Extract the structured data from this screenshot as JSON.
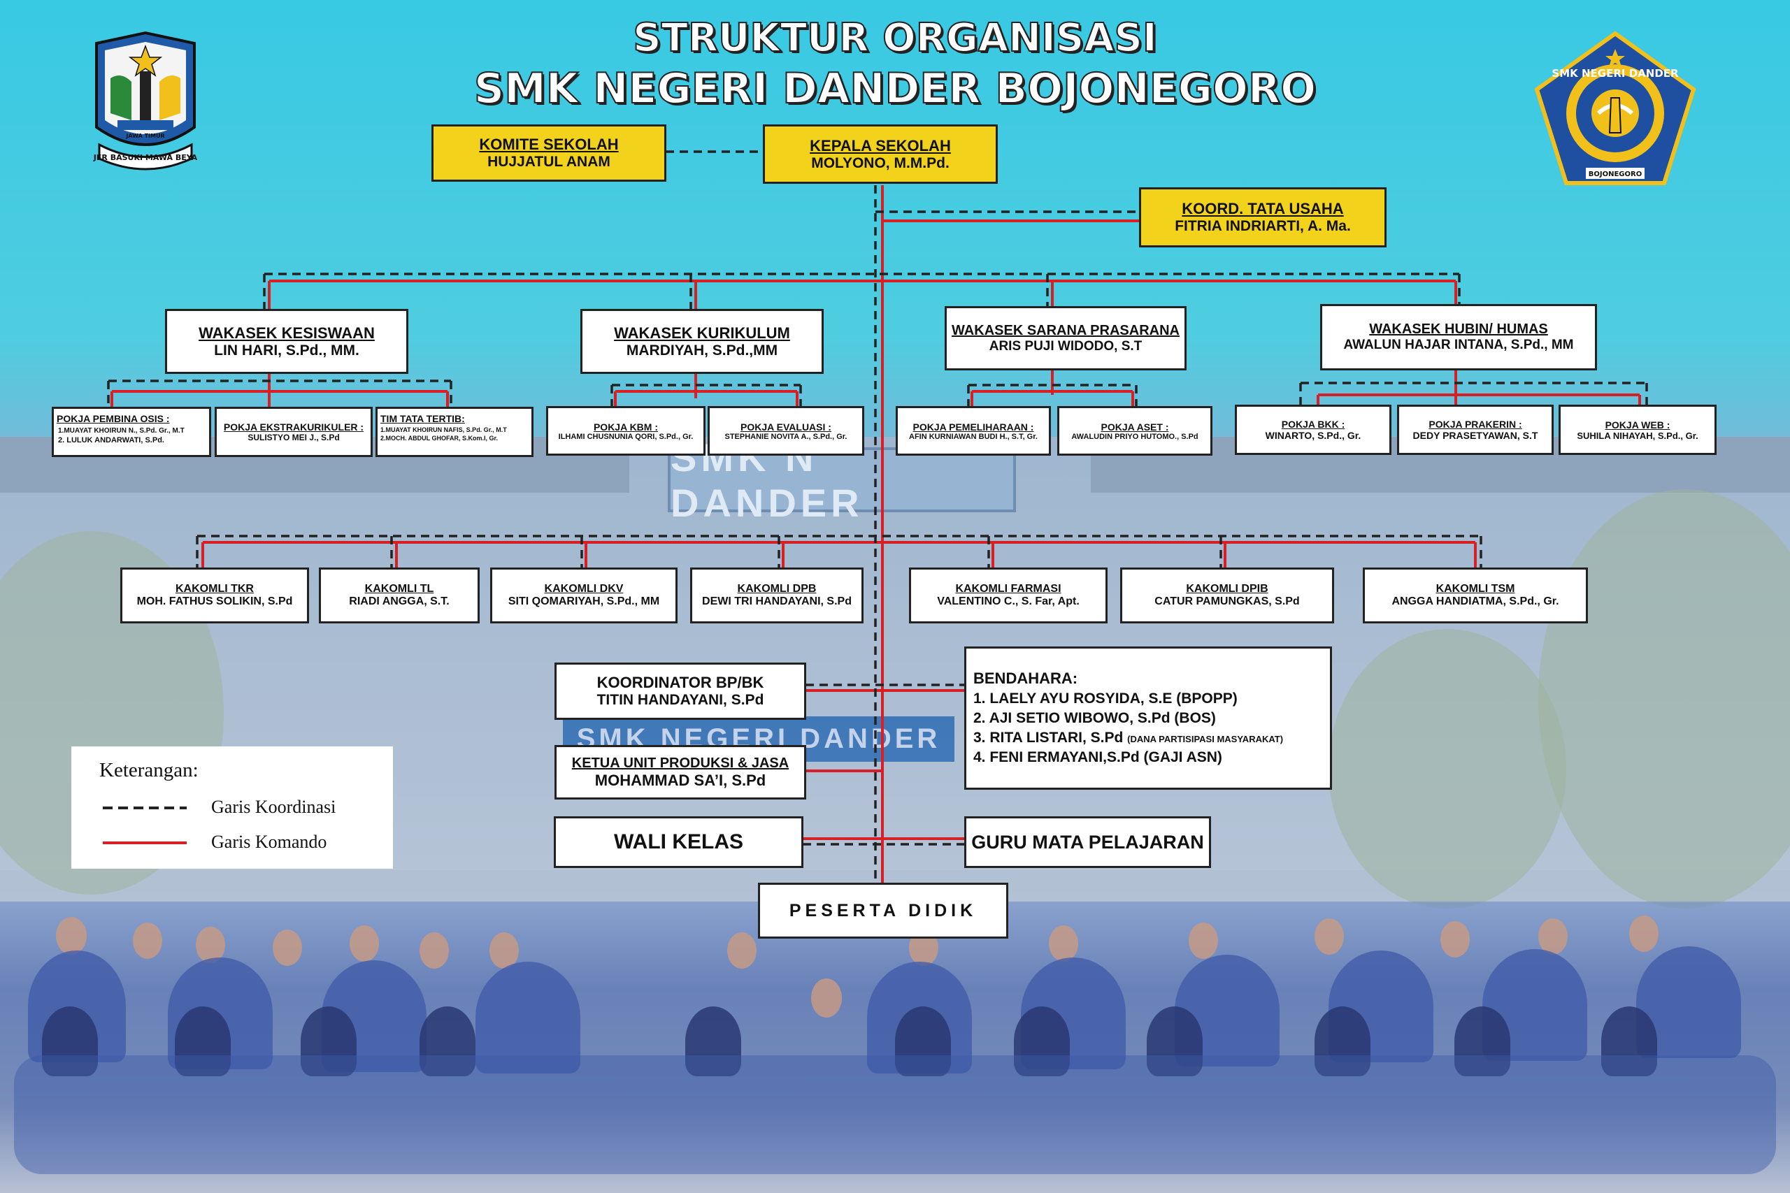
{
  "title": {
    "line1": "STRUKTUR ORGANISASI",
    "line2": "SMK NEGERI DANDER BOJONEGORO"
  },
  "logos": {
    "left": {
      "text": "JER BASUKI MAWA BEYA",
      "subtext": "JAWA TIMUR"
    },
    "right": {
      "text": "SMK NEGERI DANDER",
      "subtext": "BOJONEGORO"
    }
  },
  "background": {
    "sign": "SMK N DANDER",
    "sign2": "SMK NEGERI DANDER"
  },
  "nodes": {
    "komite": {
      "role": "KOMITE SEKOLAH",
      "name": "HUJJATUL ANAM"
    },
    "kepala": {
      "role": "KEPALA SEKOLAH",
      "name": "MOLYONO, M.M.Pd."
    },
    "tatausaha": {
      "role": "KOORD. TATA USAHA",
      "name": "FITRIA INDRIARTI, A. Ma."
    },
    "kesiswaan": {
      "role": "WAKASEK KESISWAAN",
      "name": "LIN HARI, S.Pd., MM."
    },
    "kurikulum": {
      "role": "WAKASEK KURIKULUM",
      "name": "MARDIYAH, S.Pd.,MM"
    },
    "sarpras": {
      "role": "WAKASEK SARANA PRASARANA",
      "name": "ARIS PUJI WIDODO, S.T"
    },
    "hubin": {
      "role": "WAKASEK HUBIN/ HUMAS",
      "name": "AWALUN HAJAR INTANA, S.Pd., MM"
    },
    "osis": {
      "role": "POKJA PEMBINA OSIS :",
      "name1": "1.MUAYAT KHOIRUN N., S.Pd. Gr., M.T",
      "name2": "2. LULUK ANDARWATI, S.Pd."
    },
    "ekstra": {
      "role": "POKJA EKSTRAKURIKULER :",
      "name": "SULISTYO MEI J., S.Pd"
    },
    "tatib": {
      "role": "TIM TATA TERTIB:",
      "name1": "1.MUAYAT KHOIRUN NAFIS, S.Pd. Gr., M.T",
      "name2": "2.MOCH. ABDUL GHOFAR, S.Kom.I, Gr."
    },
    "kbm": {
      "role": "POKJA KBM :",
      "name": "ILHAMI CHUSNUNIA QORI, S.Pd., Gr."
    },
    "evaluasi": {
      "role": "POKJA EVALUASI :",
      "name": "STEPHANIE NOVITA A., S.Pd., Gr."
    },
    "pemeliharaan": {
      "role": "POKJA PEMELIHARAAN :",
      "name": "AFIN KURNIAWAN BUDI H., S.T, Gr."
    },
    "aset": {
      "role": "POKJA ASET :",
      "name": "AWALUDIN PRIYO HUTOMO., S.Pd"
    },
    "bkk": {
      "role": "POKJA BKK :",
      "name": "WINARTO, S.Pd., Gr."
    },
    "prakerin": {
      "role": "POKJA PRAKERIN :",
      "name": "DEDY PRASETYAWAN, S.T"
    },
    "web": {
      "role": "POKJA WEB :",
      "name": "SUHILA NIHAYAH, S.Pd., Gr."
    },
    "tkr": {
      "role": "KAKOMLI TKR",
      "name": "MOH. FATHUS SOLIKIN, S.Pd"
    },
    "tl": {
      "role": "KAKOMLI  TL",
      "name": "RIADI ANGGA, S.T."
    },
    "dkv": {
      "role": "KAKOMLI DKV",
      "name": "SITI QOMARIYAH, S.Pd., MM"
    },
    "dpb": {
      "role": "KAKOMLI DPB",
      "name": "DEWI TRI HANDAYANI, S.Pd"
    },
    "farmasi": {
      "role": "KAKOMLI FARMASI",
      "name": "VALENTINO C., S. Far, Apt."
    },
    "dpib": {
      "role": "KAKOMLI DPIB",
      "name": "CATUR PAMUNGKAS, S.Pd"
    },
    "tsm": {
      "role": "KAKOMLI TSM",
      "name": "ANGGA HANDIATMA, S.Pd., Gr."
    },
    "bpbk": {
      "role": "KOORDINATOR BP/BK",
      "name": "TITIN HANDAYANI, S.Pd"
    },
    "produksi": {
      "role": "KETUA UNIT PRODUKSI & JASA",
      "name": "MOHAMMAD SA’I, S.Pd"
    },
    "bendahara": {
      "role": "BENDAHARA:",
      "items": [
        {
          "text": "1. LAELY AYU ROSYIDA, S.E (BPOPP)",
          "note": ""
        },
        {
          "text": "2. AJI SETIO WIBOWO, S.Pd (BOS)",
          "note": ""
        },
        {
          "text": "3. RITA LISTARI, S.Pd ",
          "note": "(DANA PARTISIPASI MASYARAKAT)"
        },
        {
          "text": "4. FENI ERMAYANI,S.Pd (GAJI ASN)",
          "note": ""
        }
      ]
    },
    "walikelas": {
      "role": "WALI KELAS"
    },
    "guru": {
      "role": "GURU MATA PELAJARAN"
    },
    "peserta": {
      "role": "PESERTA DIDIK"
    }
  },
  "legend": {
    "title": "Keterangan:",
    "koordinasi": "Garis Koordinasi",
    "komando": "Garis Komando"
  },
  "colors": {
    "komando": "#d71f26",
    "koordinasi": "#222222",
    "highlight": "#f2d21a"
  }
}
